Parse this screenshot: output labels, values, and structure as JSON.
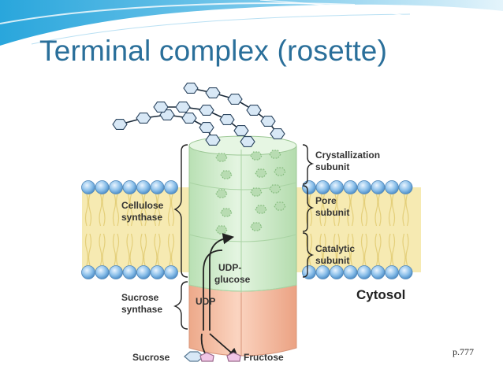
{
  "slide": {
    "title": "Terminal complex (rosette)",
    "page_ref": "p.777"
  },
  "diagram": {
    "labels": {
      "crystallization": [
        "Crystallization",
        "subunit"
      ],
      "pore": [
        "Pore",
        "subunit"
      ],
      "catalytic": [
        "Catalytic",
        "subunit"
      ],
      "cellulose_synthase": [
        "Cellulose",
        "synthase"
      ],
      "sucrose_synthase": [
        "Sucrose",
        "synthase"
      ],
      "udp_glucose": [
        "UDP-",
        "glucose"
      ],
      "udp": "UDP",
      "cytosol": "Cytosol",
      "sucrose": "Sucrose",
      "fructose": "Fructose"
    },
    "colors": {
      "title": "#2a6f9a",
      "membrane_band": "#f6eab2",
      "lipid_head": "#7ab4e4",
      "cellulose_synthase_body": "#d3edcf",
      "sucrose_synthase_body": "#f6c3aa",
      "glucose_hexagon": "#d8e8f6",
      "fructose_pentagon": "#f1c6e6"
    }
  }
}
